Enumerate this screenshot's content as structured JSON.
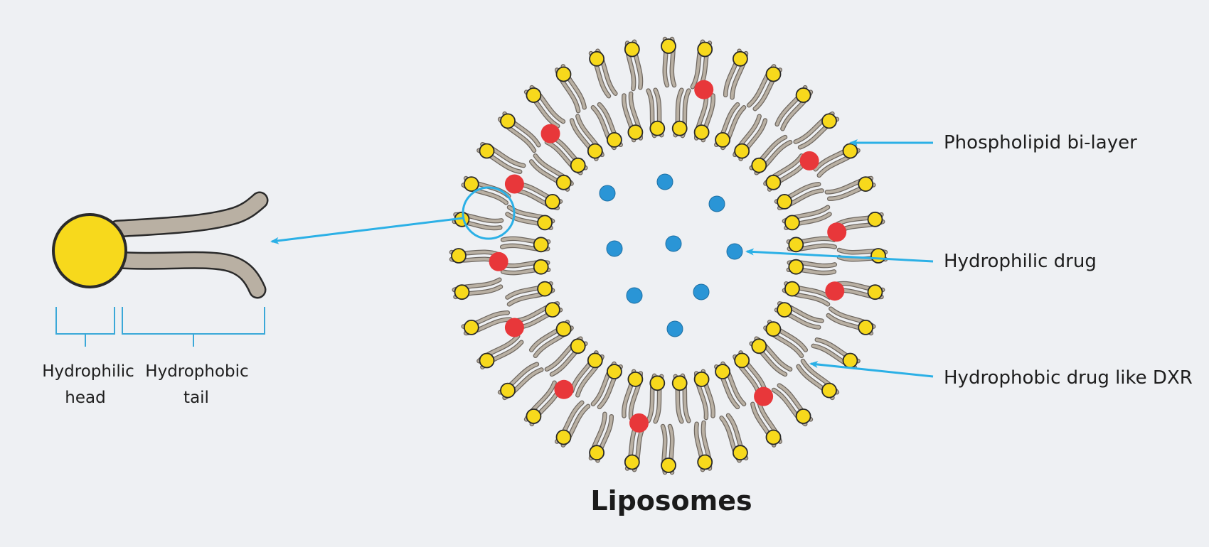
{
  "diagram": {
    "title": "Liposomes",
    "labels": {
      "bilayer": "Phospholipid bi-layer",
      "hydrophilic_drug": "Hydrophilic drug",
      "hydrophobic_drug": "Hydrophobic drug like DXR"
    },
    "detail": {
      "head_line1": "Hydrophilic",
      "head_line2": "head",
      "tail_line1": "Hydrophobic",
      "tail_line2": "tail"
    },
    "colors": {
      "background": "#eef0f3",
      "head": "#f7d91c",
      "head_outline": "#2a2a2a",
      "tail": "#b9b0a3",
      "hydrophobic_drug": "#e8373a",
      "hydrophilic_drug": "#2a95d6",
      "arrow": "#2bb0e6",
      "bracket": "#3aa8d8"
    }
  }
}
